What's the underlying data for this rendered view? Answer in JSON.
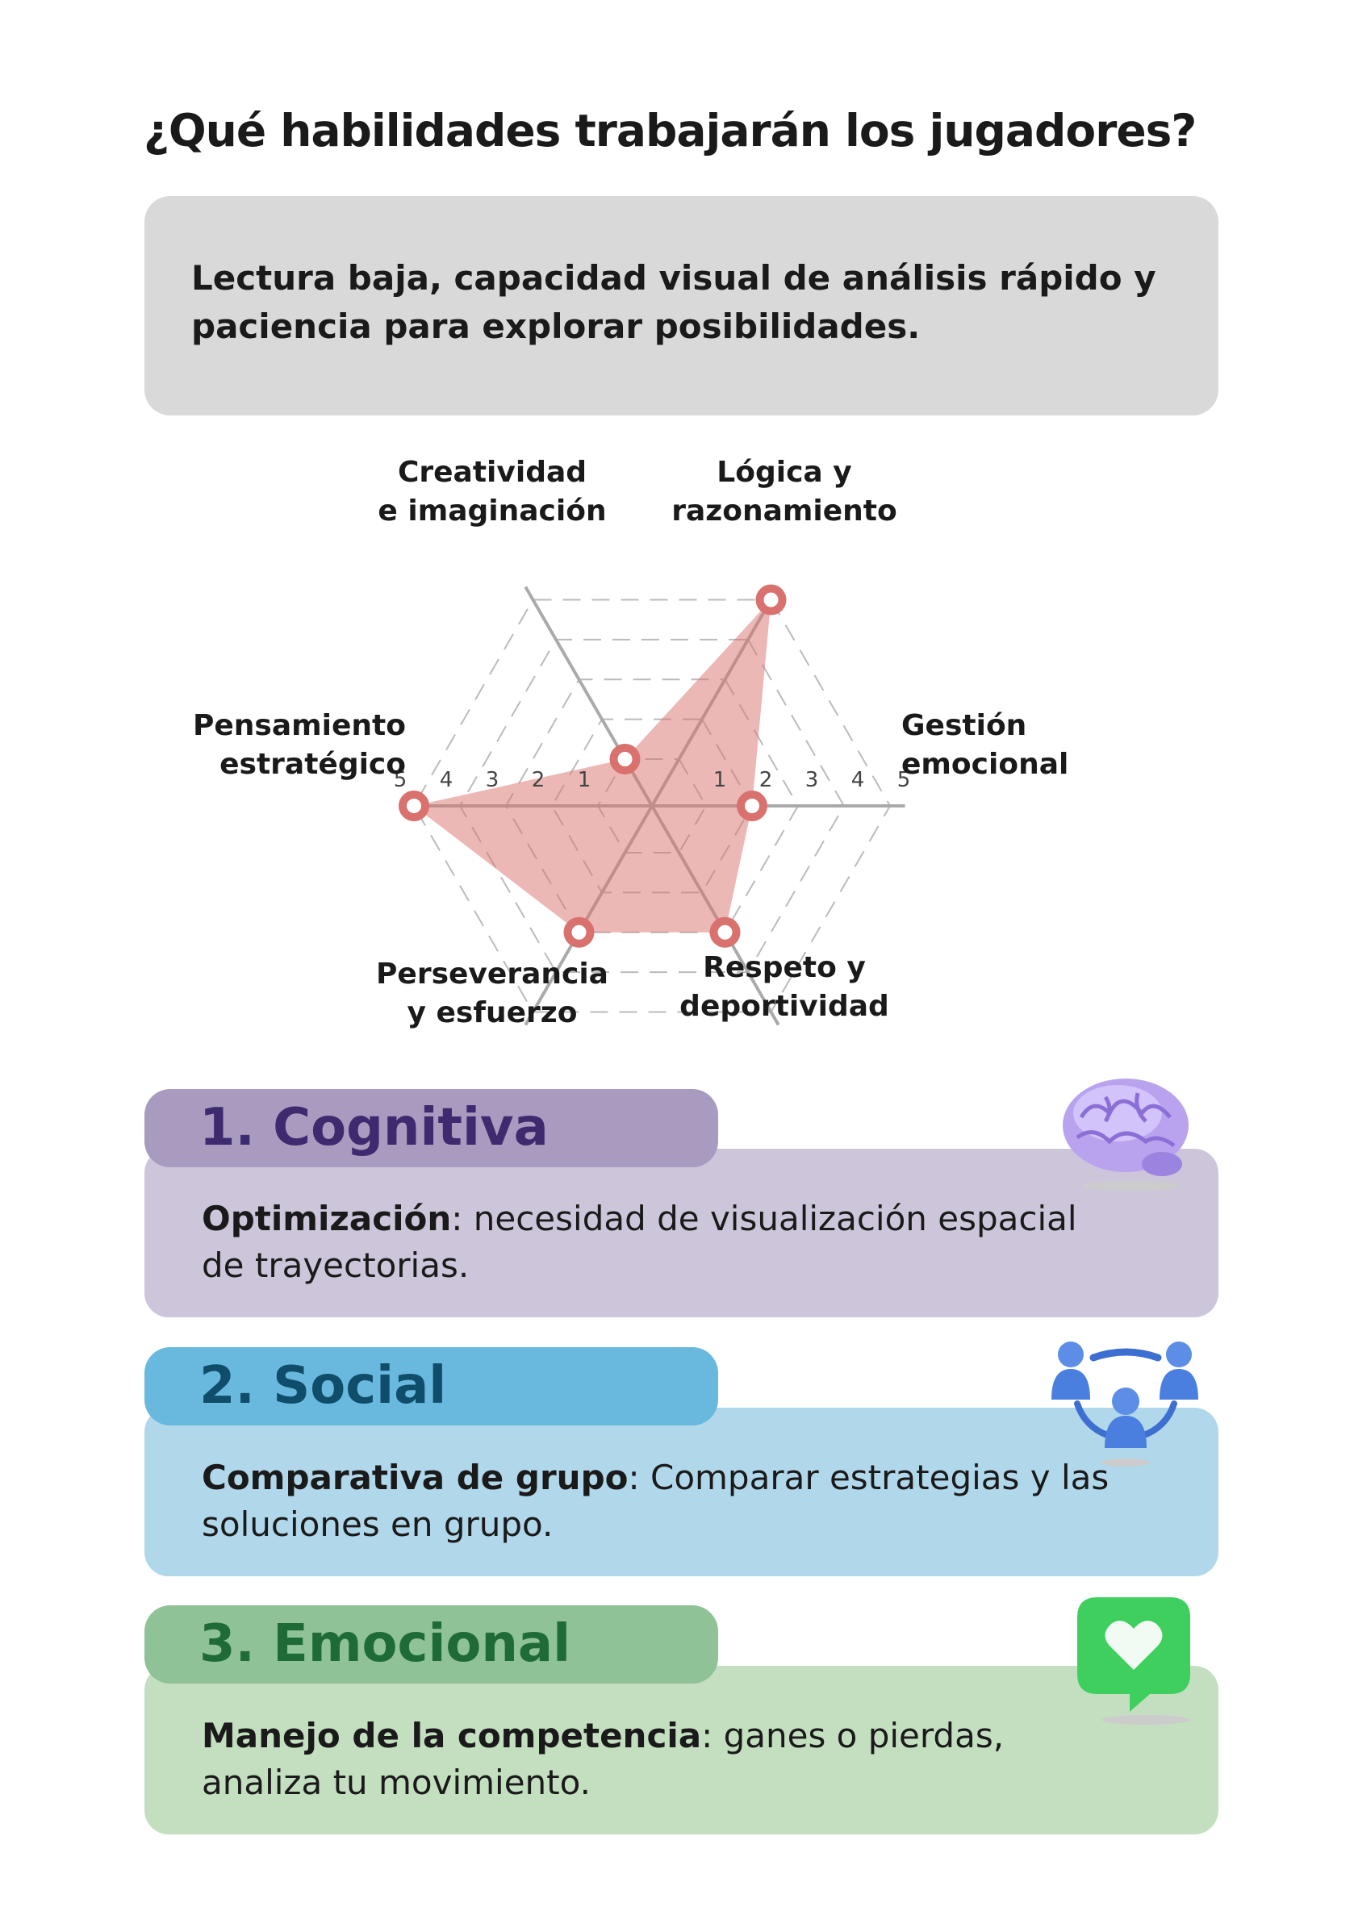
{
  "title": "¿Qué habilidades trabajarán los jugadores?",
  "intro": "Lectura baja, capacidad visual de análisis rápido y paciencia para explorar posibilidades.",
  "chart_data": {
    "type": "radar",
    "axes": [
      "Lógica y razonamiento",
      "Gestión emocional",
      "Respeto y deportividad",
      "Perseverancia y esfuerzo",
      "Pensamiento estratégico",
      "Creatividad e imaginación"
    ],
    "values": [
      5,
      2,
      3,
      3,
      5,
      1
    ],
    "range": [
      0,
      5
    ],
    "ticks": [
      "1",
      "2",
      "3",
      "4",
      "5"
    ],
    "color": "#d9716e"
  },
  "labels": {
    "logica": [
      "Lógica y",
      "razonamiento"
    ],
    "gestion": [
      "Gestión",
      "emocional"
    ],
    "respeto": [
      "Respeto y",
      "deportividad"
    ],
    "perseverancia": [
      "Perseverancia",
      "y esfuerzo"
    ],
    "pensamiento": [
      "Pensamiento",
      "estratégico"
    ],
    "creatividad": [
      "Creatividad",
      "e imaginación"
    ]
  },
  "sections": [
    {
      "title": "1. Cognitiva",
      "bold": "Optimización",
      "text": ": necesidad de visualización espacial de trayectorias.",
      "icon": "brain-icon"
    },
    {
      "title": "2. Social",
      "bold": "Comparativa de grupo",
      "text": ": Comparar estrategias y las soluciones en grupo.",
      "icon": "people-group-icon"
    },
    {
      "title": "3. Emocional",
      "bold": "Manejo de la competencia",
      "text": ": ganes o pierdas, analiza tu movimiento.",
      "icon": "heart-bubble-icon"
    }
  ]
}
